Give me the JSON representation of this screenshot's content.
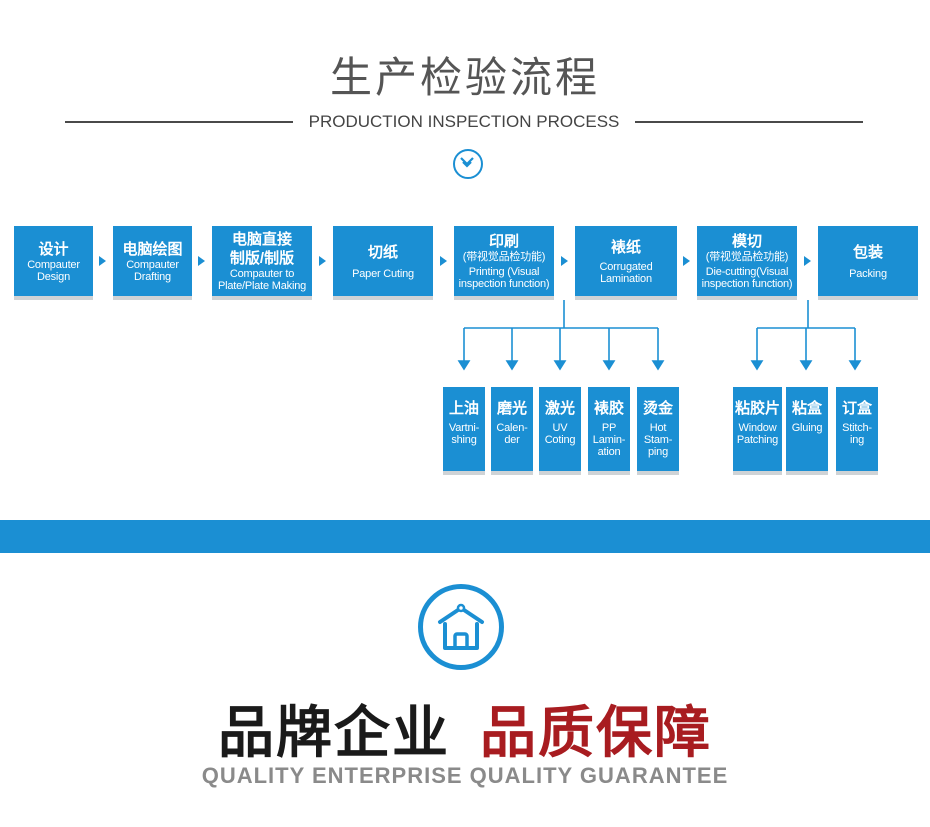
{
  "header": {
    "title_cn": "生产检验流程",
    "title_en": "PRODUCTION INSPECTION PROCESS"
  },
  "colors": {
    "accent": "#1b8fd3",
    "slogan_red": "#a81c20",
    "slogan_black": "#1a1a1a",
    "slogan_gray": "#8a8a8a"
  },
  "steps": [
    {
      "cn": "设计",
      "en1": "Compauter",
      "en2": "Design"
    },
    {
      "cn": "电脑绘图",
      "en1": "Compauter",
      "en2": "Drafting"
    },
    {
      "cn": "电脑直接",
      "cn2": "制版/制版",
      "en1": "Compauter to",
      "en2": "Plate/Plate Making"
    },
    {
      "cn": "切纸",
      "en1": "Paper Cuting"
    },
    {
      "cn": "印刷",
      "cn2": "(带视觉品检功能)",
      "en1": "Printing (Visual",
      "en2": "inspection function)"
    },
    {
      "cn": "裱纸",
      "en1": "Corrugated",
      "en2": "Lamination"
    },
    {
      "cn": "模切",
      "cn2": "(带视觉品检功能)",
      "en1": "Die-cutting(Visual",
      "en2": "inspection function)"
    },
    {
      "cn": "包装",
      "en1": "Packing"
    }
  ],
  "print_finishes": [
    {
      "cn": "上油",
      "en1": "Vartni-",
      "en2": "shing"
    },
    {
      "cn": "磨光",
      "en1": "Calen-",
      "en2": "der"
    },
    {
      "cn": "激光",
      "en1": "UV",
      "en2": "Coting"
    },
    {
      "cn": "裱胶",
      "en1": "PP",
      "en2": "Lamin-",
      "en3": "ation"
    },
    {
      "cn": "烫金",
      "en1": "Hot",
      "en2": "Stam-",
      "en3": "ping"
    }
  ],
  "die_finishes": [
    {
      "cn": "粘胶片",
      "en1": "Window",
      "en2": "Patching"
    },
    {
      "cn": "粘盒",
      "en1": "Gluing"
    },
    {
      "cn": "订盒",
      "en1": "Stitch-",
      "en2": "ing"
    }
  ],
  "icons": {
    "section_marker": "chevron-down-circle-icon",
    "emblem": "house-icon"
  },
  "slogan": {
    "part1": "品牌企业",
    "part2": "品质保障",
    "en": "QUALITY ENTERPRISE QUALITY GUARANTEE"
  }
}
